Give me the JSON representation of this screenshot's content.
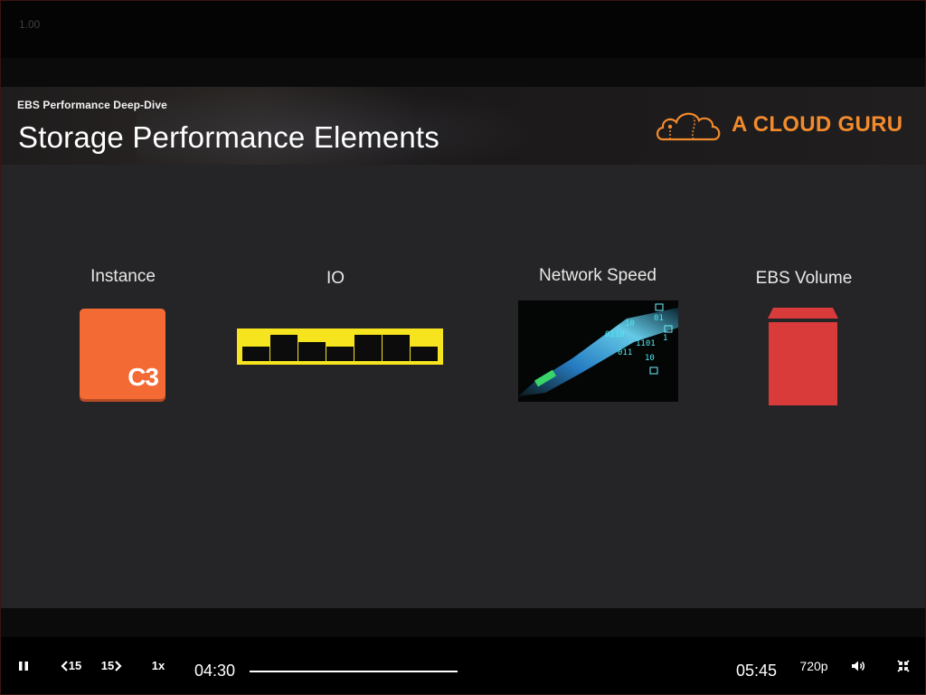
{
  "player": {
    "speed_readout": "1.00",
    "controls": {
      "rewind_label": "15",
      "forward_label": "15",
      "speed_label": "1x",
      "current_time": "04:30",
      "duration": "05:45",
      "quality_label": "720p",
      "progress_fraction": 1.0,
      "icons": [
        "pause-icon",
        "rewind-15-icon",
        "forward-15-icon",
        "volume-icon",
        "exit-fullscreen-icon"
      ]
    }
  },
  "slide": {
    "course_label": "EBS Performance Deep-Dive",
    "title": "Storage Performance Elements",
    "brand": "A CLOUD GURU",
    "brand_color": "#f28b2d",
    "elements": [
      {
        "label": "Instance",
        "icon": "ec2-instance-icon",
        "icon_text": "C3",
        "color": "#f46a35"
      },
      {
        "label": "IO",
        "icon": "io-bars-graphic",
        "color": "#f5e41e"
      },
      {
        "label": "Network Speed",
        "icon": "fiber-optic-image"
      },
      {
        "label": "EBS Volume",
        "icon": "ebs-volume-icon",
        "color": "#d93b3b"
      }
    ]
  }
}
